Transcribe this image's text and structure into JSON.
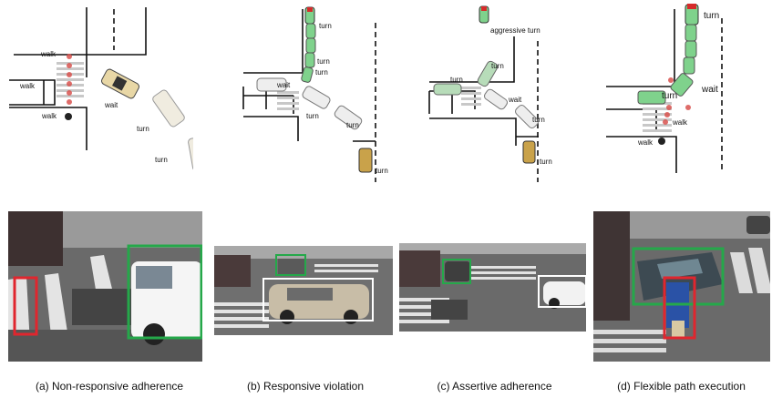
{
  "diagrams": {
    "a": {
      "labels": [
        "walk",
        "walk",
        "walk",
        "wait",
        "turn",
        "turn"
      ]
    },
    "b": {
      "labels": [
        "turn",
        "turn",
        "turn",
        "wait",
        "turn",
        "turn",
        "turn"
      ]
    },
    "c": {
      "labels": [
        "aggressive turn",
        "turn",
        "turn",
        "wait",
        "turn",
        "turn"
      ]
    },
    "d": {
      "labels": [
        "turn",
        "turn",
        "wait",
        "walk",
        "walk"
      ]
    }
  },
  "captions": {
    "a": "(a) Non-responsive adherence",
    "b": "(b) Responsive violation",
    "c": "(c) Assertive adherence",
    "d": "(d) Flexible path execution"
  },
  "colors": {
    "pedestrian_box": "#e0262e",
    "vehicle_box": "#25a84a",
    "target_box": "#ffffff",
    "pedestrian_marker": "#d9534f",
    "car_body": "#e8d7a6"
  }
}
